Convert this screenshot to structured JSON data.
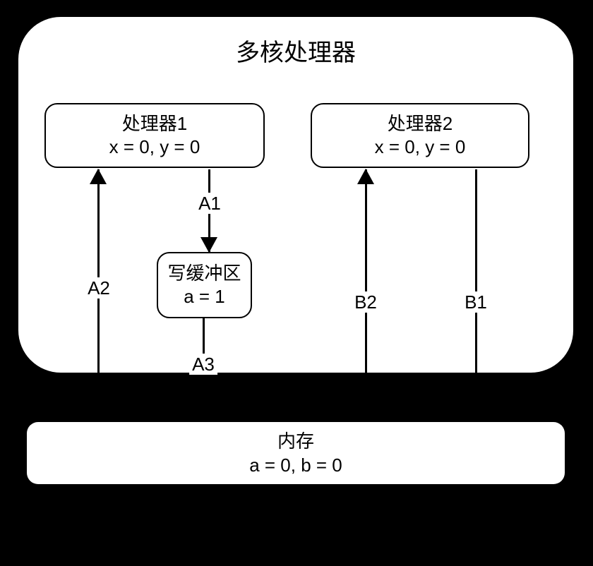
{
  "diagram": {
    "title": "多核处理器",
    "processor1": {
      "name": "处理器1",
      "state": "x = 0, y = 0"
    },
    "processor2": {
      "name": "处理器2",
      "state": "x = 0, y = 0"
    },
    "write_buffer": {
      "name": "写缓冲区",
      "state": "a = 1"
    },
    "memory": {
      "name": "内存",
      "state": "a = 0, b = 0"
    },
    "edges": {
      "a1": {
        "label": "A1",
        "from": "处理器1",
        "to": "写缓冲区",
        "arrow": "down"
      },
      "a2": {
        "label": "A2",
        "from": "内存",
        "to": "处理器1",
        "arrow": "up"
      },
      "a3": {
        "label": "A3",
        "from": "写缓冲区",
        "to": "内存",
        "arrow": "none"
      },
      "b1": {
        "label": "B1",
        "from": "处理器2",
        "to": "内存",
        "arrow": "none"
      },
      "b2": {
        "label": "B2",
        "from": "内存",
        "to": "处理器2",
        "arrow": "up"
      }
    },
    "colors": {
      "background": "#000000",
      "box_fill": "#ffffff",
      "stroke": "#000000",
      "text": "#000000"
    }
  }
}
